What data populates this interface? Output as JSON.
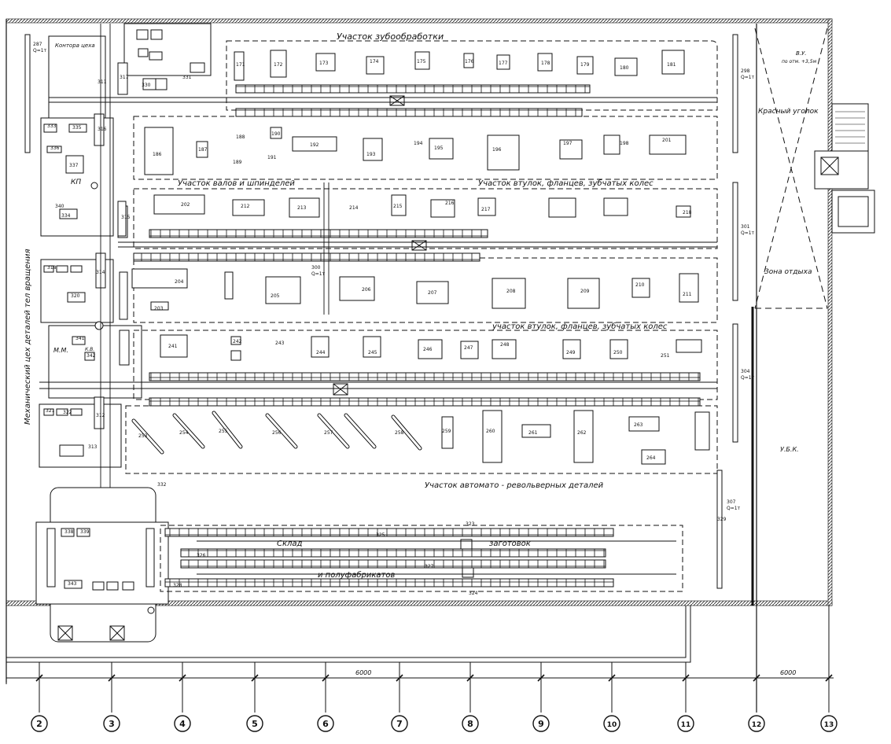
{
  "plan": {
    "section_labels": [
      {
        "id": "zuboobrabotka",
        "text": "Участок          зубообработки"
      },
      {
        "id": "valov",
        "text": "Участок валов и шпинделей"
      },
      {
        "id": "vtulok_1",
        "text": "Участок втулок, фланцев, зубчатых колес"
      },
      {
        "id": "vtulok_2",
        "text": "участок втулок, фланцев, зубчатых колес"
      },
      {
        "id": "revolver",
        "text": "Участок автомато - револьверных  деталей"
      },
      {
        "id": "kontora",
        "text": "Контора цеха"
      },
      {
        "id": "kp",
        "text": "КП"
      },
      {
        "id": "krasny",
        "text": "Красный уголок"
      },
      {
        "id": "otdyh",
        "text": "Зона отдыха"
      },
      {
        "id": "vu",
        "text": "В.У."
      },
      {
        "id": "vu_sub",
        "text": "по отм. +3,5м"
      },
      {
        "id": "mm",
        "text": "М.М."
      },
      {
        "id": "kv",
        "text": "К.В."
      },
      {
        "id": "ubk",
        "text": "У.Б.К."
      },
      {
        "id": "mech_col",
        "text": "Механический   цех    деталей  тел  вращения"
      },
      {
        "id": "sklad_1",
        "text": "Склад"
      },
      {
        "id": "sklad_2",
        "text": "заготовок"
      },
      {
        "id": "sklad_3",
        "text": "и полуфабрикатов"
      }
    ],
    "dimensions": [
      {
        "id": "dim_main",
        "text": "6000"
      },
      {
        "id": "dim_right",
        "text": "6000"
      }
    ],
    "axes": [
      "2",
      "3",
      "4",
      "5",
      "6",
      "7",
      "8",
      "9",
      "10",
      "11",
      "12",
      "13"
    ],
    "crane_tags": [
      "287",
      "Q=1т",
      "298",
      "Q=1т",
      "301",
      "Q=1т",
      "300",
      "Q=1т",
      "304",
      "Q=1т",
      "307",
      "Q=1т"
    ],
    "equipment_numbers": [
      "171",
      "172",
      "173",
      "174",
      "175",
      "176",
      "177",
      "178",
      "179",
      "180",
      "181",
      "186",
      "187",
      "188",
      "189",
      "190",
      "191",
      "192",
      "193",
      "194",
      "195",
      "196",
      "197",
      "198",
      "201",
      "202",
      "203",
      "204",
      "205",
      "206",
      "207",
      "208",
      "209",
      "210",
      "211",
      "212",
      "213",
      "214",
      "215",
      "216",
      "217",
      "218",
      "241",
      "242",
      "243",
      "244",
      "245",
      "246",
      "247",
      "248",
      "249",
      "250",
      "251",
      "253",
      "254",
      "255",
      "256",
      "257",
      "258",
      "259",
      "260",
      "261",
      "262",
      "263",
      "264",
      "311",
      "312",
      "313",
      "314",
      "315",
      "316",
      "317",
      "318",
      "320",
      "321",
      "322",
      "323",
      "324",
      "325",
      "326",
      "327",
      "328",
      "329",
      "330",
      "331",
      "332",
      "333",
      "334",
      "335",
      "336",
      "337",
      "338",
      "339",
      "340",
      "341",
      "342",
      "343"
    ]
  }
}
